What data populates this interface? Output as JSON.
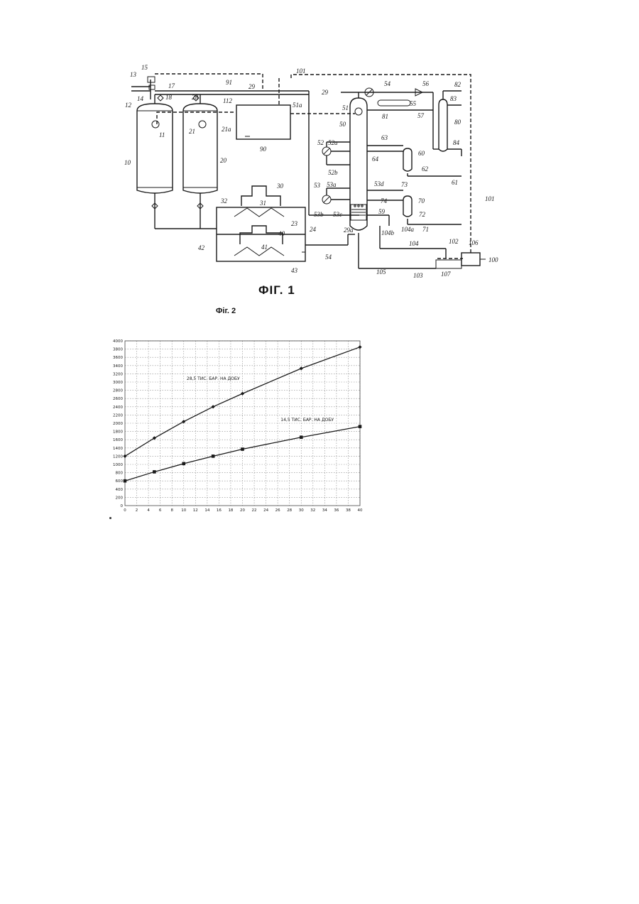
{
  "figure1": {
    "caption": "ФІГ. 1",
    "labels": {
      "l10": "10",
      "l11": "11",
      "l12": "12",
      "l13": "13",
      "l14": "14",
      "l15": "15",
      "l17": "17",
      "l18": "18",
      "l20": "20",
      "l21": "21",
      "l21a": "21a",
      "l23": "23",
      "l24": "24",
      "l28": "28",
      "l29a": "29",
      "l29b": "29",
      "l29c": "29a",
      "l30": "30",
      "l31": "31",
      "l32": "32",
      "l40": "40",
      "l41": "41",
      "l42": "42",
      "l43": "43",
      "l50": "50",
      "l51": "51",
      "l51a": "51a",
      "l52": "52",
      "l52a": "52a",
      "l52b": "52b",
      "l53": "53",
      "l53a": "53a",
      "l53b": "53b",
      "l53c": "53c",
      "l53d": "53d",
      "l54": "54",
      "l54b": "54",
      "l55": "55",
      "l56": "56",
      "l57": "57",
      "l59": "59",
      "l60": "60",
      "l61": "61",
      "l62": "62",
      "l63": "63",
      "l64": "64",
      "l70": "70",
      "l71": "71",
      "l72": "72",
      "l73": "73",
      "l74": "74",
      "l80": "80",
      "l81": "81",
      "l82": "82",
      "l83": "83",
      "l84": "84",
      "l90": "90",
      "l91": "91",
      "l100": "100",
      "l101a": "101",
      "l101b": "101",
      "l102": "102",
      "l103": "103",
      "l104": "104",
      "l104a": "104a",
      "l104b": "104b",
      "l105": "105",
      "l106": "106",
      "l107": "107",
      "l112": "112"
    }
  },
  "figure2": {
    "caption": "Фіг. 2"
  },
  "chart_data": {
    "type": "line",
    "title": "",
    "xlabel": "",
    "ylabel": "",
    "xlim": [
      0,
      40
    ],
    "ylim": [
      0,
      4000
    ],
    "x_ticks": [
      "0",
      "2",
      "4",
      "6",
      "8",
      "10",
      "12",
      "14",
      "16",
      "18",
      "20",
      "22",
      "24",
      "26",
      "28",
      "30",
      "32",
      "34",
      "36",
      "38",
      "40"
    ],
    "y_ticks": [
      "0",
      "200",
      "400",
      "600",
      "800",
      "1000",
      "1200",
      "1400",
      "1600",
      "1800",
      "2000",
      "2200",
      "2400",
      "2600",
      "2800",
      "3000",
      "3200",
      "3400",
      "3600",
      "3800",
      "4000"
    ],
    "grid": true,
    "series": [
      {
        "name": "28,5 ТИС. БАР. НА ДОБУ",
        "marker": "diamond",
        "x": [
          0,
          5,
          10,
          15,
          20,
          30,
          40
        ],
        "y": [
          1200,
          1640,
          2040,
          2400,
          2720,
          3330,
          3850
        ]
      },
      {
        "name": "14,5 ТИС. БАР. НА ДОБУ",
        "marker": "square",
        "x": [
          0,
          5,
          10,
          15,
          20,
          30,
          40
        ],
        "y": [
          600,
          820,
          1020,
          1200,
          1370,
          1660,
          1920
        ]
      }
    ]
  }
}
